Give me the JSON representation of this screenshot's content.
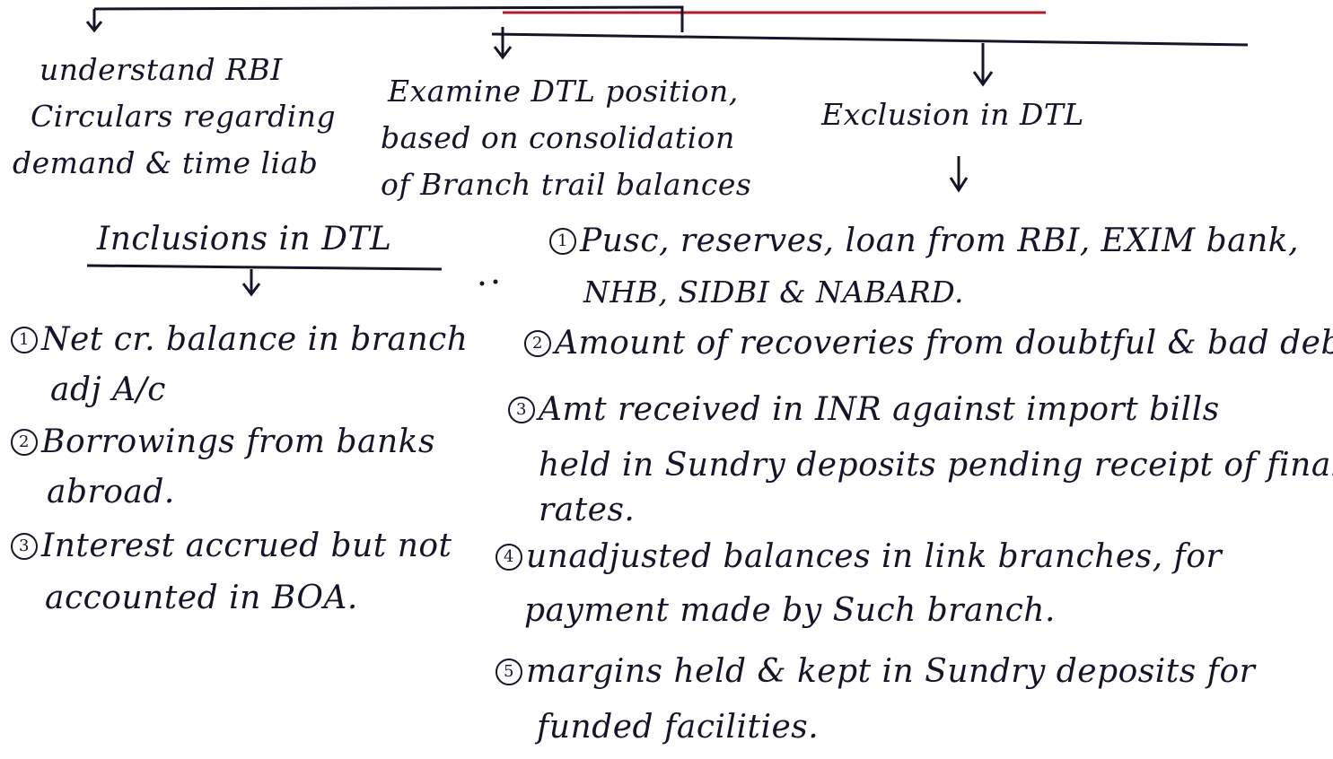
{
  "colors": {
    "ink": "#15152a",
    "red_ink": "#b31b2d",
    "paper": "#ffffff"
  },
  "top": {
    "left_branch": [
      "understand RBI",
      "Circulars regarding",
      "demand & time liab"
    ],
    "middle_branch": [
      "Examine DTL position,",
      "based on consolidation",
      "of Branch trail balances"
    ],
    "right_branch": "Exclusion in DTL"
  },
  "inclusions": {
    "heading": "Inclusions in DTL",
    "items": [
      {
        "num": "1",
        "lines": [
          "Net cr. balance in branch",
          "adj A/c"
        ]
      },
      {
        "num": "2",
        "lines": [
          "Borrowings from banks",
          "abroad."
        ]
      },
      {
        "num": "3",
        "lines": [
          "Interest accrued but not",
          "accounted in BOA."
        ]
      }
    ]
  },
  "exclusions": {
    "items": [
      {
        "num": "1",
        "lines": [
          "Pusc, reserves, loan from RBI, EXIM bank,",
          "NHB, SIDBI & NABARD."
        ]
      },
      {
        "num": "2",
        "lines": [
          "Amount of recoveries from doubtful & bad debts."
        ]
      },
      {
        "num": "3",
        "lines": [
          "Amt received in INR against import bills",
          "held in Sundry deposits pending receipt of final",
          "rates."
        ]
      },
      {
        "num": "4",
        "lines": [
          "unadjusted balances in link branches, for",
          "payment made by Such branch."
        ]
      },
      {
        "num": "5",
        "lines": [
          "margins held & kept in Sundry deposits for",
          "funded facilities."
        ]
      }
    ]
  }
}
